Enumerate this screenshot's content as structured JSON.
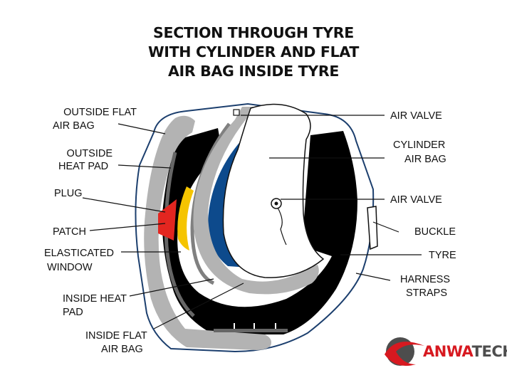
{
  "title": {
    "line1": "SECTION THROUGH TYRE",
    "line2": "WITH CYLINDER AND FLAT",
    "line3": "AIR BAG INSIDE TYRE"
  },
  "labels": {
    "outside_flat_air_bag": [
      "OUTSIDE FLAT",
      "AIR BAG"
    ],
    "outside_heat_pad": [
      "OUTSIDE",
      "HEAT PAD"
    ],
    "plug": "PLUG",
    "patch": "PATCH",
    "elasticated_window": [
      "ELASTICATED",
      "WINDOW"
    ],
    "inside_heat_pad": [
      "INSIDE HEAT",
      "PAD"
    ],
    "inside_flat_air_bag": [
      "INSIDE FLAT",
      "AIR BAG"
    ],
    "air_valve_top": "AIR VALVE",
    "cylinder_air_bag": [
      "CYLINDER",
      "AIR BAG"
    ],
    "air_valve_mid": "AIR VALVE",
    "buckle": "BUCKLE",
    "tyre": "TYRE",
    "harness_straps": [
      "HARNESS",
      "STRAPS"
    ]
  },
  "logo": {
    "part1": "ANWA",
    "part2": "TECH"
  },
  "colors": {
    "tyre": "#000000",
    "air_bag": "#b3b3b3",
    "heat_pad": "#666666",
    "cylinder_band": "#0d4a8c",
    "patch": "#e32620",
    "window": "#f5c400",
    "harness": "#1c3f6e",
    "logo_red": "#d71920",
    "logo_dark": "#4d4d4d"
  }
}
